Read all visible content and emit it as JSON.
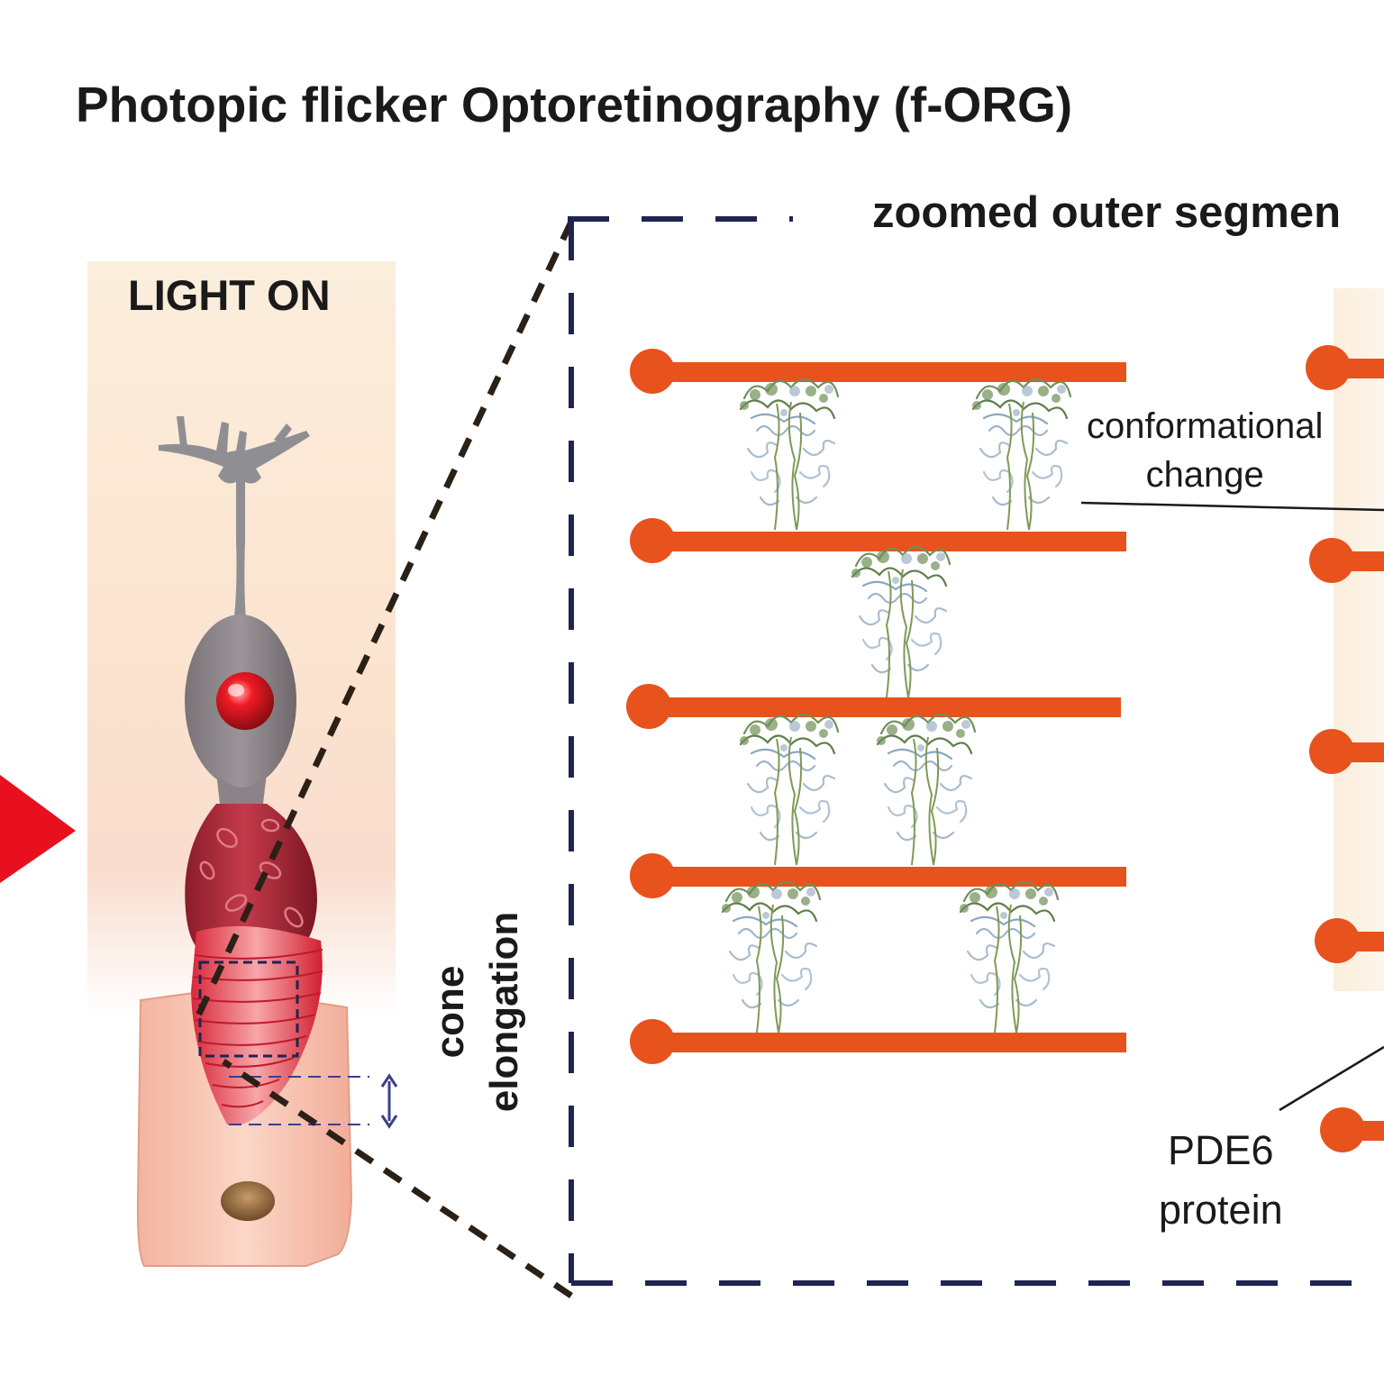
{
  "title": "Photopic flicker Optoretinography (f-ORG)",
  "zoom_panel": {
    "title": "zoomed outer segmen"
  },
  "cone_panel": {
    "state_label": "LIGHT ON",
    "elongation_label": [
      "cone",
      "elongation"
    ]
  },
  "annotations": {
    "conformational_change": [
      "conformational",
      "change"
    ],
    "pde6": [
      "PDE6",
      "protein"
    ]
  },
  "colors": {
    "disc_orange": "#e8521c",
    "dashed_box": "#1f2454",
    "zoom_lines": "#2b2016",
    "cell_gray": "#8f8f93",
    "outer_segment_red": "#d2283a",
    "rpe_peach": "#f6c4b0",
    "background_glow": "#fbeedc",
    "stimulus_arrow": "#e8101e"
  }
}
